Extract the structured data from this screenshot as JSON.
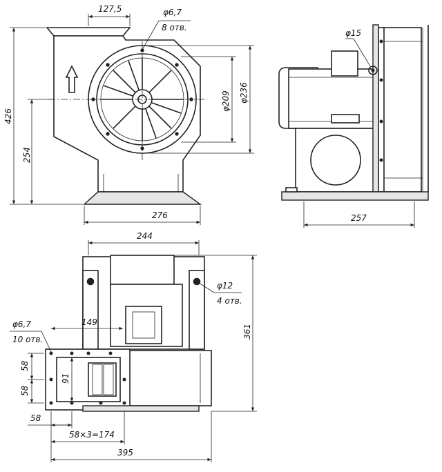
{
  "front_view": {
    "dim_outlet_width": "127,5",
    "dim_hole_dia": "φ6,7",
    "dim_hole_count": "8 отв.",
    "dim_height": "426",
    "dim_axis_height": "254",
    "dim_inlet_inner": "φ209",
    "dim_inlet_outer": "φ236",
    "dim_base_width": "276"
  },
  "side_view": {
    "dim_pulley": "φ15",
    "dim_depth": "257"
  },
  "top_view": {
    "dim_width": "244",
    "dim_mount_hole_dia": "φ12",
    "dim_mount_hole_count": "4 отв.",
    "dim_flange_hole_dia": "φ6,7",
    "dim_flange_hole_count": "10 отв.",
    "dim_149": "149",
    "dim_58_upper": "58",
    "dim_58_lower": "58",
    "dim_91": "91",
    "dim_58_edge": "58",
    "dim_pitch": "58×3=174",
    "dim_total_length": "395",
    "dim_total_width": "361"
  }
}
